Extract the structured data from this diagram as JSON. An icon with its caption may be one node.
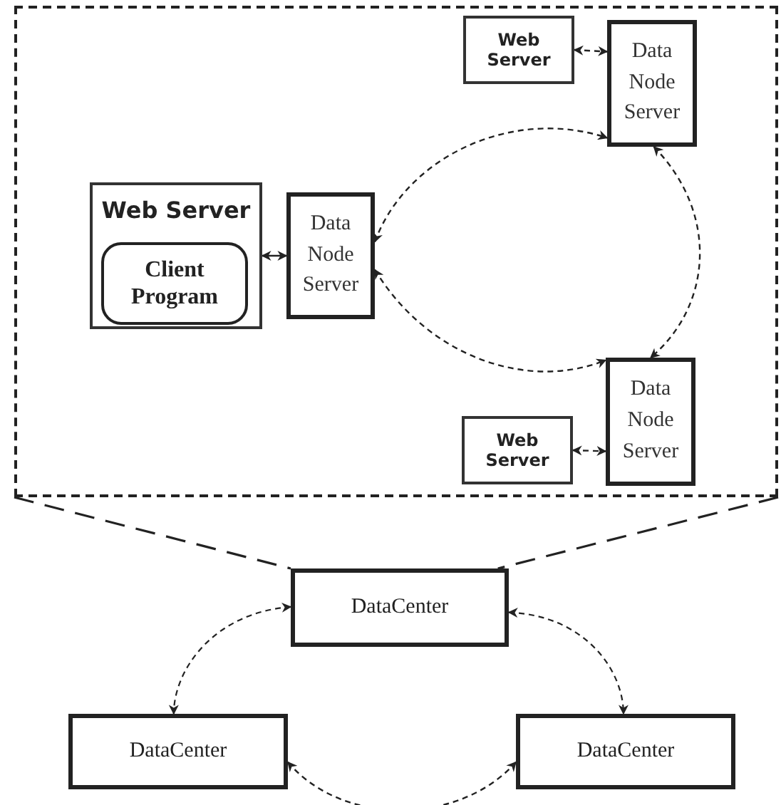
{
  "diagram": {
    "nodes": [
      {
        "text": [],
        "shape": "box"
      },
      {
        "text": [
          "Web Server"
        ],
        "in": 0
      },
      {
        "text": [
          "Client Program"
        ],
        "in": 1
      },
      {
        "text": [
          "Data Node Server"
        ],
        "in": 0
      },
      {
        "text": [
          "Web Server"
        ],
        "in": 0
      },
      {
        "text": [
          "Data Node Server"
        ],
        "in": 0
      },
      {
        "text": [
          "Web Server"
        ],
        "in": 0
      },
      {
        "text": [
          "Data Node Server"
        ],
        "in": 0
      },
      {
        "text": [
          "DataCenter"
        ]
      },
      {
        "text": [
          "DataCenter"
        ]
      },
      {
        "text": [
          "DataCenter"
        ]
      }
    ],
    "edges": [
      {
        "from": 1,
        "to": 3,
        "arrow": "both"
      },
      {
        "from": 4,
        "to": 5,
        "arrow": "both",
        "style": "dashed"
      },
      {
        "from": 6,
        "to": 7,
        "arrow": "both",
        "style": "dashed"
      },
      {
        "from": 3,
        "to": 5,
        "arrow": "both",
        "style": "dashed"
      },
      {
        "from": 3,
        "to": 7,
        "arrow": "both",
        "style": "dashed"
      },
      {
        "from": 5,
        "to": 7,
        "arrow": "both",
        "style": "dashed"
      },
      {
        "from": 8,
        "to": 9,
        "arrow": "both",
        "style": "dashed"
      },
      {
        "from": 8,
        "to": 10,
        "arrow": "both",
        "style": "dashed"
      },
      {
        "from": 9,
        "to": 10,
        "arrow": "both",
        "style": "dashed"
      },
      {
        "from": 0,
        "to": 8,
        "arrow": "none",
        "style": "dashed"
      },
      {
        "from": 0,
        "to": 8,
        "arrow": "none",
        "style": "dashed"
      }
    ]
  }
}
